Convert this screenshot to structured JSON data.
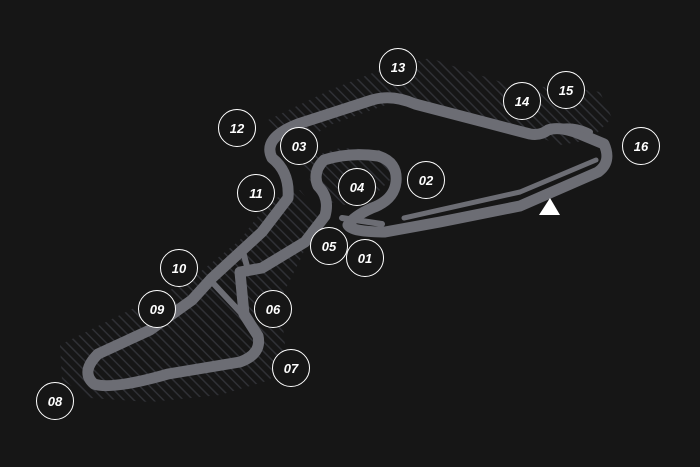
{
  "colors": {
    "background": "#161616",
    "track": "#6c6d74",
    "runoff_hatch": "#2f3035",
    "label_border": "#ffffff",
    "label_text": "#ffffff",
    "start_marker": "#ffffff"
  },
  "icons": {
    "start_marker": "direction-triangle-icon"
  },
  "corners": [
    {
      "id": "c01",
      "label": "01"
    },
    {
      "id": "c02",
      "label": "02"
    },
    {
      "id": "c03",
      "label": "03"
    },
    {
      "id": "c04",
      "label": "04"
    },
    {
      "id": "c05",
      "label": "05"
    },
    {
      "id": "c06",
      "label": "06"
    },
    {
      "id": "c07",
      "label": "07"
    },
    {
      "id": "c08",
      "label": "08"
    },
    {
      "id": "c09",
      "label": "09"
    },
    {
      "id": "c10",
      "label": "10"
    },
    {
      "id": "c11",
      "label": "11"
    },
    {
      "id": "c12",
      "label": "12"
    },
    {
      "id": "c13",
      "label": "13"
    },
    {
      "id": "c14",
      "label": "14"
    },
    {
      "id": "c15",
      "label": "15"
    },
    {
      "id": "c16",
      "label": "16"
    }
  ]
}
